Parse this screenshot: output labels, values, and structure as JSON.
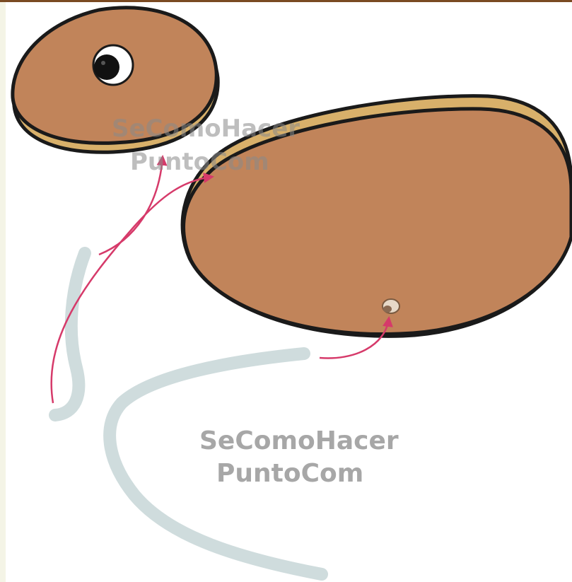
{
  "watermark": {
    "line1": "SeComoHacer",
    "line2": "PuntoCom"
  },
  "colors": {
    "body_fill": "#c1845a",
    "body_rim": "#d8b06a",
    "outline": "#1a1a1a",
    "wire": "#cfdcdd",
    "arrow": "#d63a6a",
    "eye_white": "#ffffff",
    "pupil": "#111111",
    "bead": "#e7d9c8",
    "top_border": "#7a4a22"
  },
  "parts": [
    "head",
    "body",
    "eye",
    "bead",
    "neck-wire",
    "tail-wire",
    "assembly-arrows"
  ]
}
